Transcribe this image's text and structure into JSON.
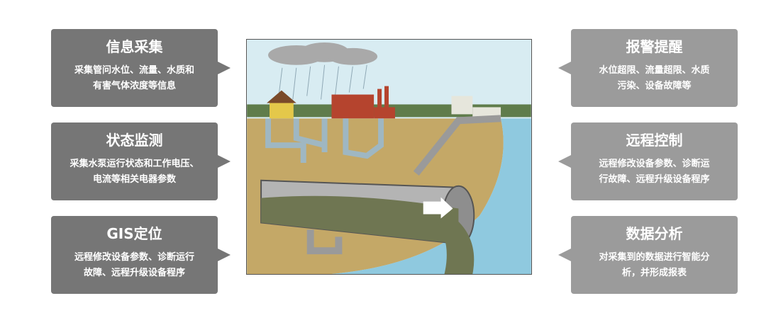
{
  "left": [
    {
      "title": "信息采集",
      "desc": "采集管问水位、流量、水质和\n有害气体浓度等信息"
    },
    {
      "title": "状态监测",
      "desc": "采集水泵运行状态和工作电压、\n电流等相关电器参数"
    },
    {
      "title": "GIS定位",
      "desc": "远程修改设备参数、诊断运行\n故障、远程升级设备程序"
    }
  ],
  "right": [
    {
      "title": "报警提醒",
      "desc": "水位超限、流量超限、水质\n污染、设备故障等"
    },
    {
      "title": "远程控制",
      "desc": "远程修改设备参数、诊断运\n行故障、远程升级设备程序"
    },
    {
      "title": "数据分析",
      "desc": "对采集到的数据进行智能分\n析，并形成报表"
    }
  ]
}
